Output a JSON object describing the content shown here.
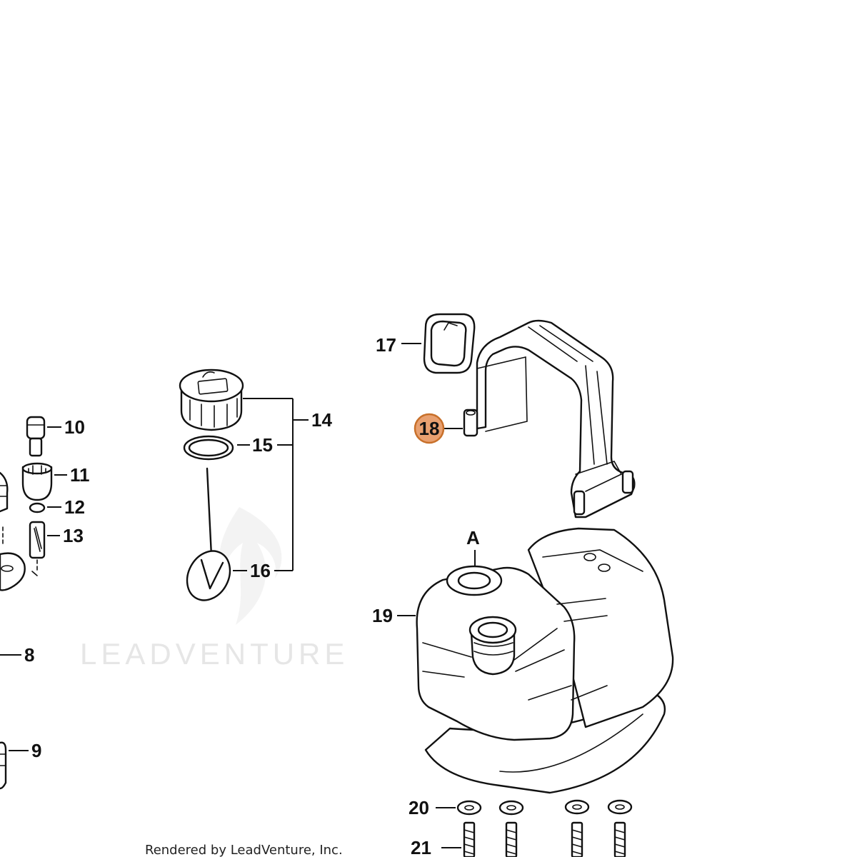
{
  "callouts": {
    "c8": "8",
    "c9": "9",
    "c10": "10",
    "c11": "11",
    "c12": "12",
    "c13": "13",
    "c14": "14",
    "c15": "15",
    "c16": "16",
    "c17": "17",
    "c18": "18",
    "c19": "19",
    "c20": "20",
    "c21": "21",
    "cA": "A"
  },
  "highlight": {
    "part": "18",
    "fill": "#e8a070",
    "stroke": "#c8702a"
  },
  "watermark": {
    "text": "LEADVENTURE"
  },
  "credit": {
    "text": "Rendered by LeadVenture, Inc."
  }
}
